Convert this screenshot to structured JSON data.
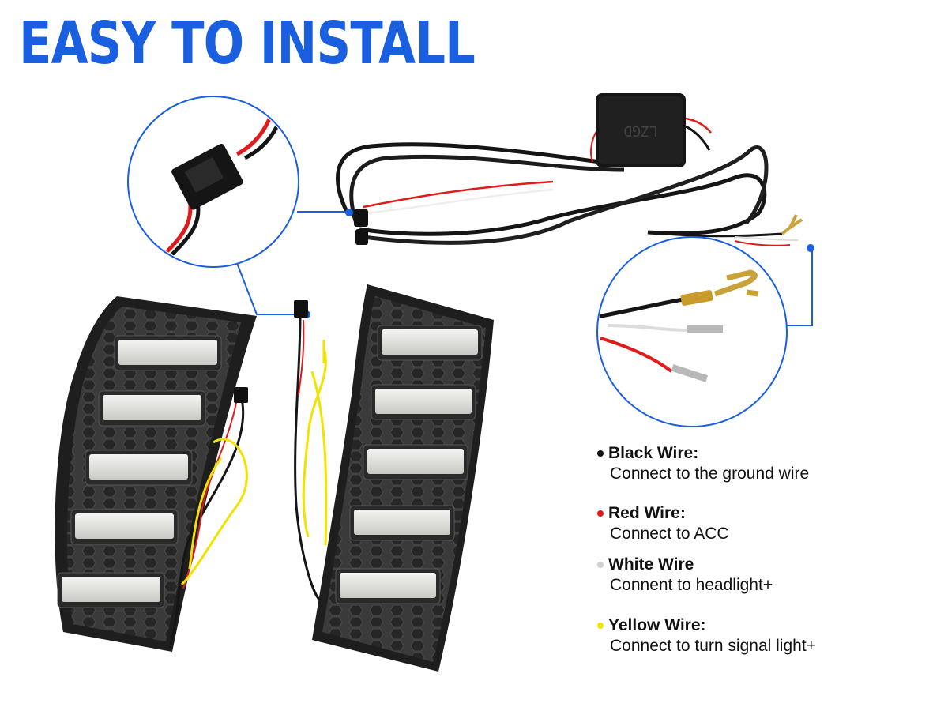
{
  "title": "EASY TO INSTALL",
  "box_label": "LZGD",
  "colors": {
    "accent": "#1a5fe0",
    "black_wire": "#111111",
    "red_wire": "#e11b1b",
    "white_wire": "#cfcfcf",
    "yellow_wire": "#f3e600"
  },
  "legend": [
    {
      "label": "Black Wire:",
      "desc": "Connect to the ground wire",
      "color": "#111111"
    },
    {
      "label": "Red Wire:",
      "desc": "Connect to ACC",
      "color": "#e11b1b"
    },
    {
      "label": "White Wire",
      "desc": "Connent to headlight+",
      "color": "#cfcfcf"
    },
    {
      "label": "Yellow Wire:",
      "desc": "Connect to turn signal light+",
      "color": "#f3e600"
    }
  ]
}
